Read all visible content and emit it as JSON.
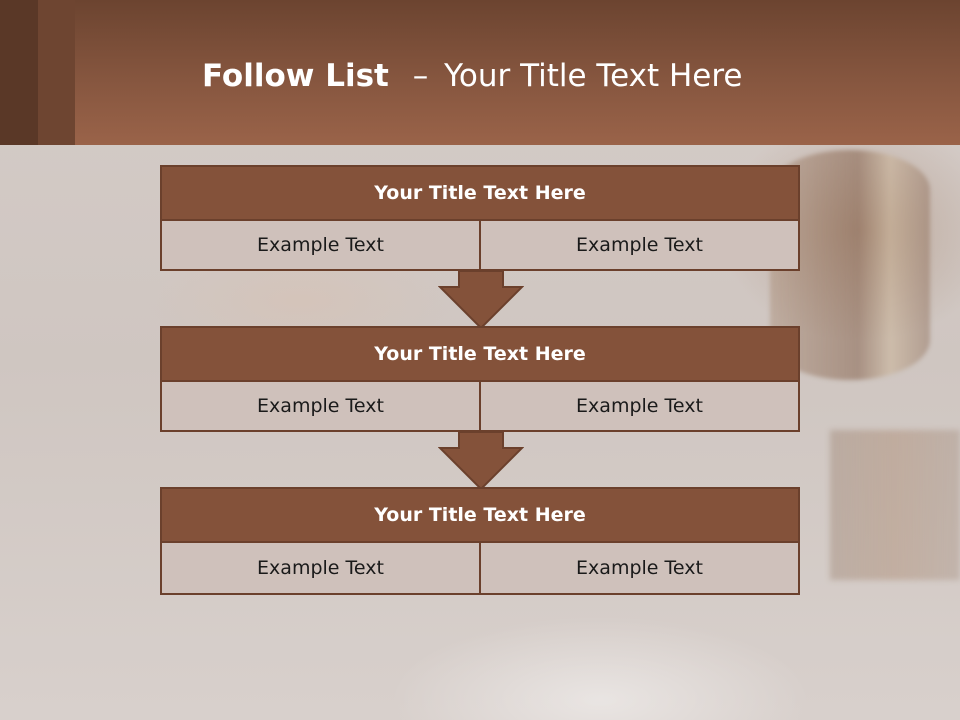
{
  "slide": {
    "title_bold": "Follow List",
    "title_dash": "–",
    "title_rest": "Your Title Text Here"
  },
  "blocks": [
    {
      "title": "Your Title Text Here",
      "left": "Example Text",
      "right": "Example Text"
    },
    {
      "title": "Your Title Text Here",
      "left": "Example Text",
      "right": "Example Text"
    },
    {
      "title": "Your Title Text Here",
      "left": "Example Text",
      "right": "Example Text"
    }
  ],
  "colors": {
    "header": "#86563f",
    "block_title": "#84523a",
    "block_cell": "#cfc1bb",
    "border": "#6b402c"
  },
  "icons": [
    "down-arrow-icon",
    "down-arrow-icon"
  ]
}
